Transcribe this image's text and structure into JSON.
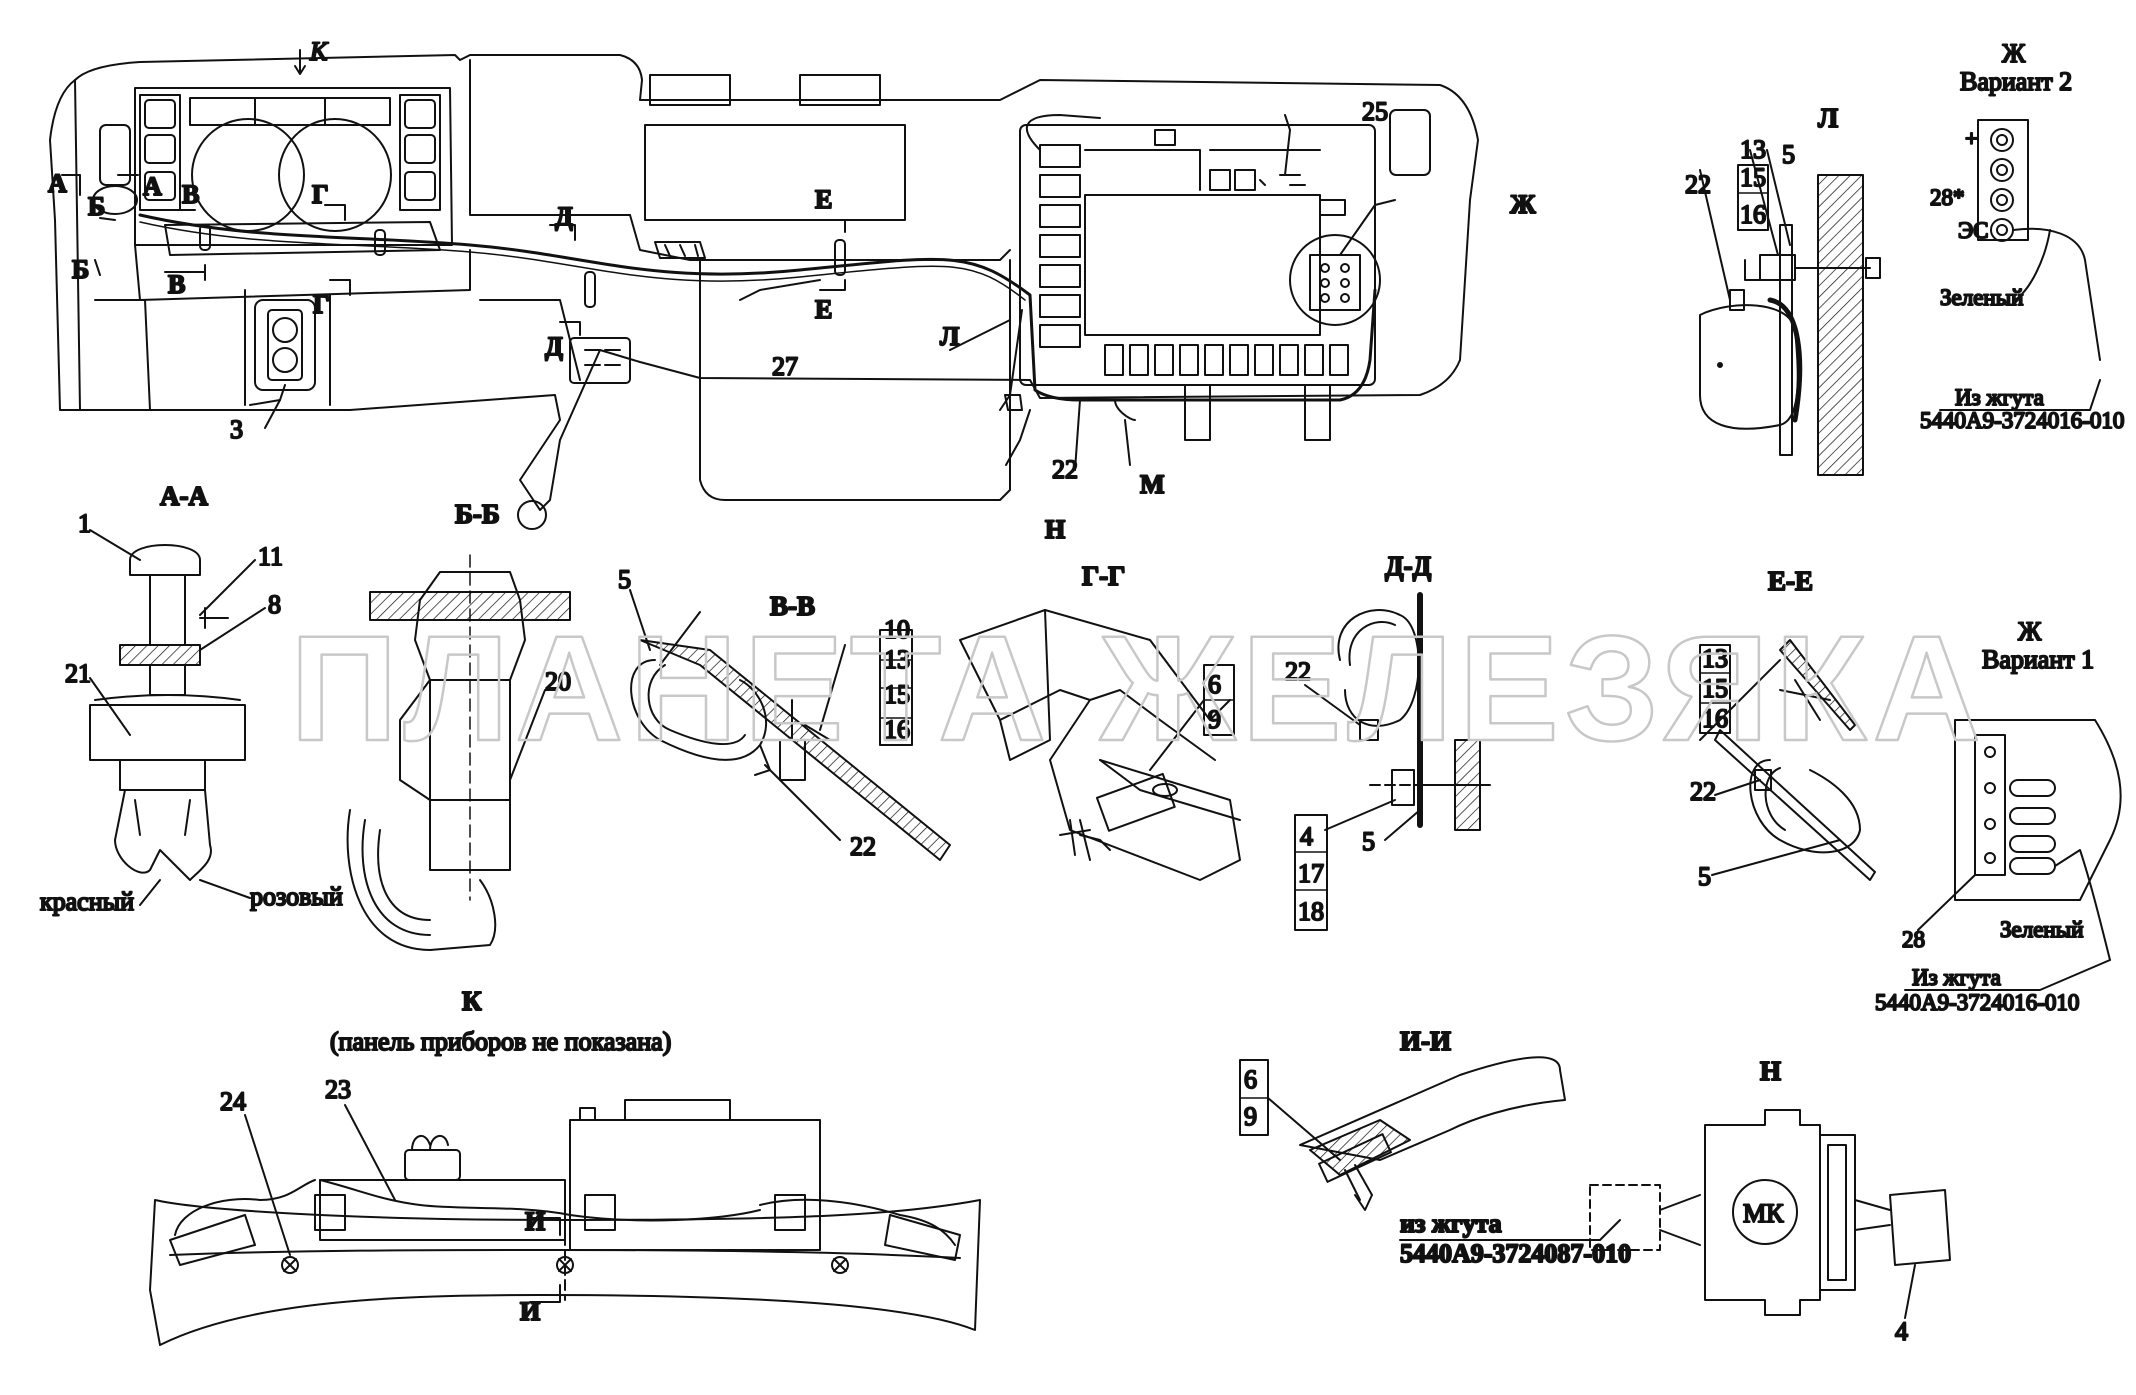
{
  "watermark": "ПЛАНЕТА ЖЕЛЕЗЯКА",
  "main_view": {
    "view_k_marker": "К",
    "section_letters": {
      "A": "А",
      "B": "Б",
      "V": "В",
      "G": "Г",
      "D": "Д",
      "E": "Е",
      "L": "Л",
      "Zh": "Ж",
      "M": "М",
      "N": "Н"
    },
    "parts": {
      "p25": "25",
      "p27": "27",
      "p3": "3",
      "p22": "22"
    }
  },
  "sections": {
    "aa": {
      "title": "А-А",
      "labels": [
        "1",
        "11",
        "8",
        "21"
      ],
      "wire_red": "красный",
      "wire_pink": "розовый"
    },
    "bb": {
      "title": "Б-Б",
      "rotate_mark": "↻",
      "labels": [
        "20"
      ]
    },
    "vv": {
      "title": "В-В",
      "labels": [
        "5",
        "22"
      ],
      "stack": [
        "10",
        "13",
        "15",
        "16"
      ]
    },
    "gg": {
      "title": "Г-Г",
      "stack": [
        "6",
        "9"
      ]
    },
    "dd": {
      "title": "Д-Д",
      "labels": [
        "22",
        "5"
      ],
      "stack": [
        "4",
        "17",
        "18"
      ]
    },
    "ee": {
      "title": "Е-Е",
      "labels": [
        "22",
        "5"
      ],
      "stack": [
        "13",
        "15",
        "16"
      ]
    },
    "l": {
      "title": "Л",
      "labels": [
        "22",
        "5"
      ],
      "stack": [
        "13",
        "15",
        "16"
      ]
    },
    "zh2": {
      "title": "Ж",
      "variant": "Вариант 2",
      "part": "28*",
      "plus": "+",
      "es": "ЭС",
      "green": "Зеленый",
      "from_harness": "Из жгута",
      "harness_no": "5440А9-3724016-010"
    },
    "zh1": {
      "title": "Ж",
      "variant": "Вариант 1",
      "part": "28",
      "green": "Зеленый",
      "from_harness": "Из жгута",
      "harness_no": "5440А9-3724016-010"
    },
    "k": {
      "title": "К",
      "note": "(панель приборов не показана)",
      "labels": [
        "24",
        "23"
      ],
      "cut": "И"
    },
    "ii": {
      "title": "И-И",
      "stack": [
        "6",
        "9"
      ],
      "from_harness": "из жгута",
      "harness_no": "5440А9-3724087-010"
    },
    "n": {
      "title": "Н",
      "mk": "МК",
      "labels": [
        "4"
      ]
    }
  }
}
